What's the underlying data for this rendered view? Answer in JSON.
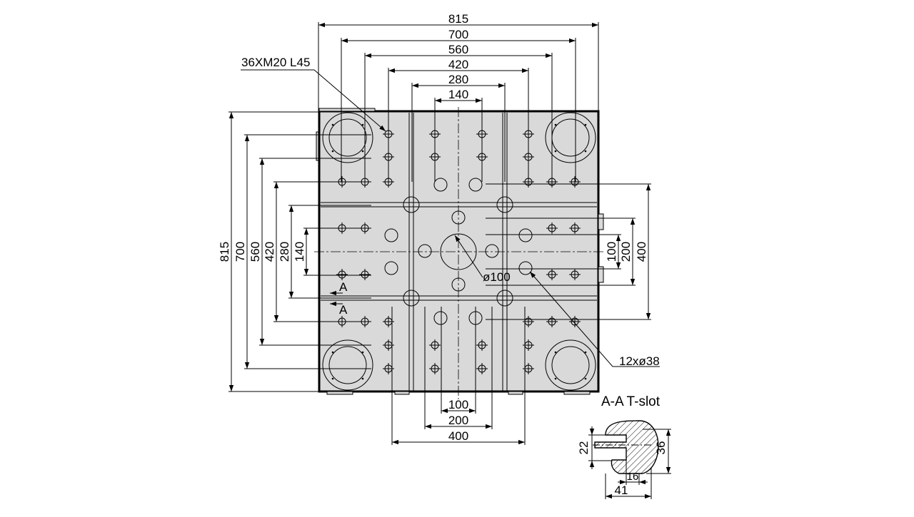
{
  "dimensions": {
    "top": [
      "815",
      "700",
      "560",
      "420",
      "280",
      "140"
    ],
    "left": [
      "815",
      "700",
      "560",
      "420",
      "280",
      "140"
    ],
    "right": [
      "100",
      "200",
      "400"
    ],
    "bottom": [
      "100",
      "200",
      "400"
    ]
  },
  "callouts": {
    "threads": "36XM20 L45",
    "center_bore": "ø100",
    "bolt_holes": "12xø38",
    "section_mark": "A"
  },
  "tslot": {
    "title": "A-A T-slot",
    "dims": [
      "22",
      "36",
      "16",
      "41"
    ]
  },
  "colors": {
    "plate_fill": "#d9d9d9",
    "line": "#000000"
  }
}
